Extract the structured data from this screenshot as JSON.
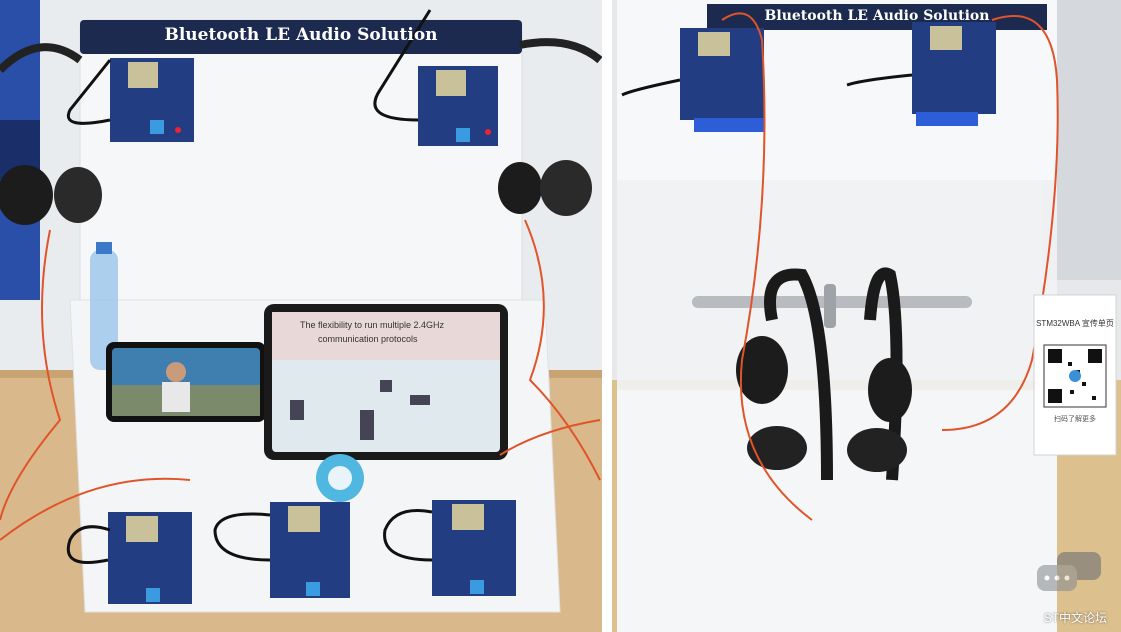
{
  "left_photo": {
    "banner_text": "Bluetooth LE Audio Solution",
    "tablet_screen_line1": "The flexibility to run multiple 2.4GHz",
    "tablet_screen_line2": "communication protocols"
  },
  "right_photo": {
    "banner_text": "Bluetooth LE Audio Solution",
    "qr_card_title": "STM32WBA 宣传单页",
    "qr_card_caption": "扫码了解更多"
  },
  "watermark": {
    "text": "ST中文论坛",
    "icon": "chat-bubble-icon"
  },
  "colors": {
    "banner": "#1b2a4e",
    "board_blue": "#1f3f8a",
    "cable_orange": "#e0542a",
    "acrylic": "#f4f5f6",
    "table_wood": "#d8b98a"
  }
}
